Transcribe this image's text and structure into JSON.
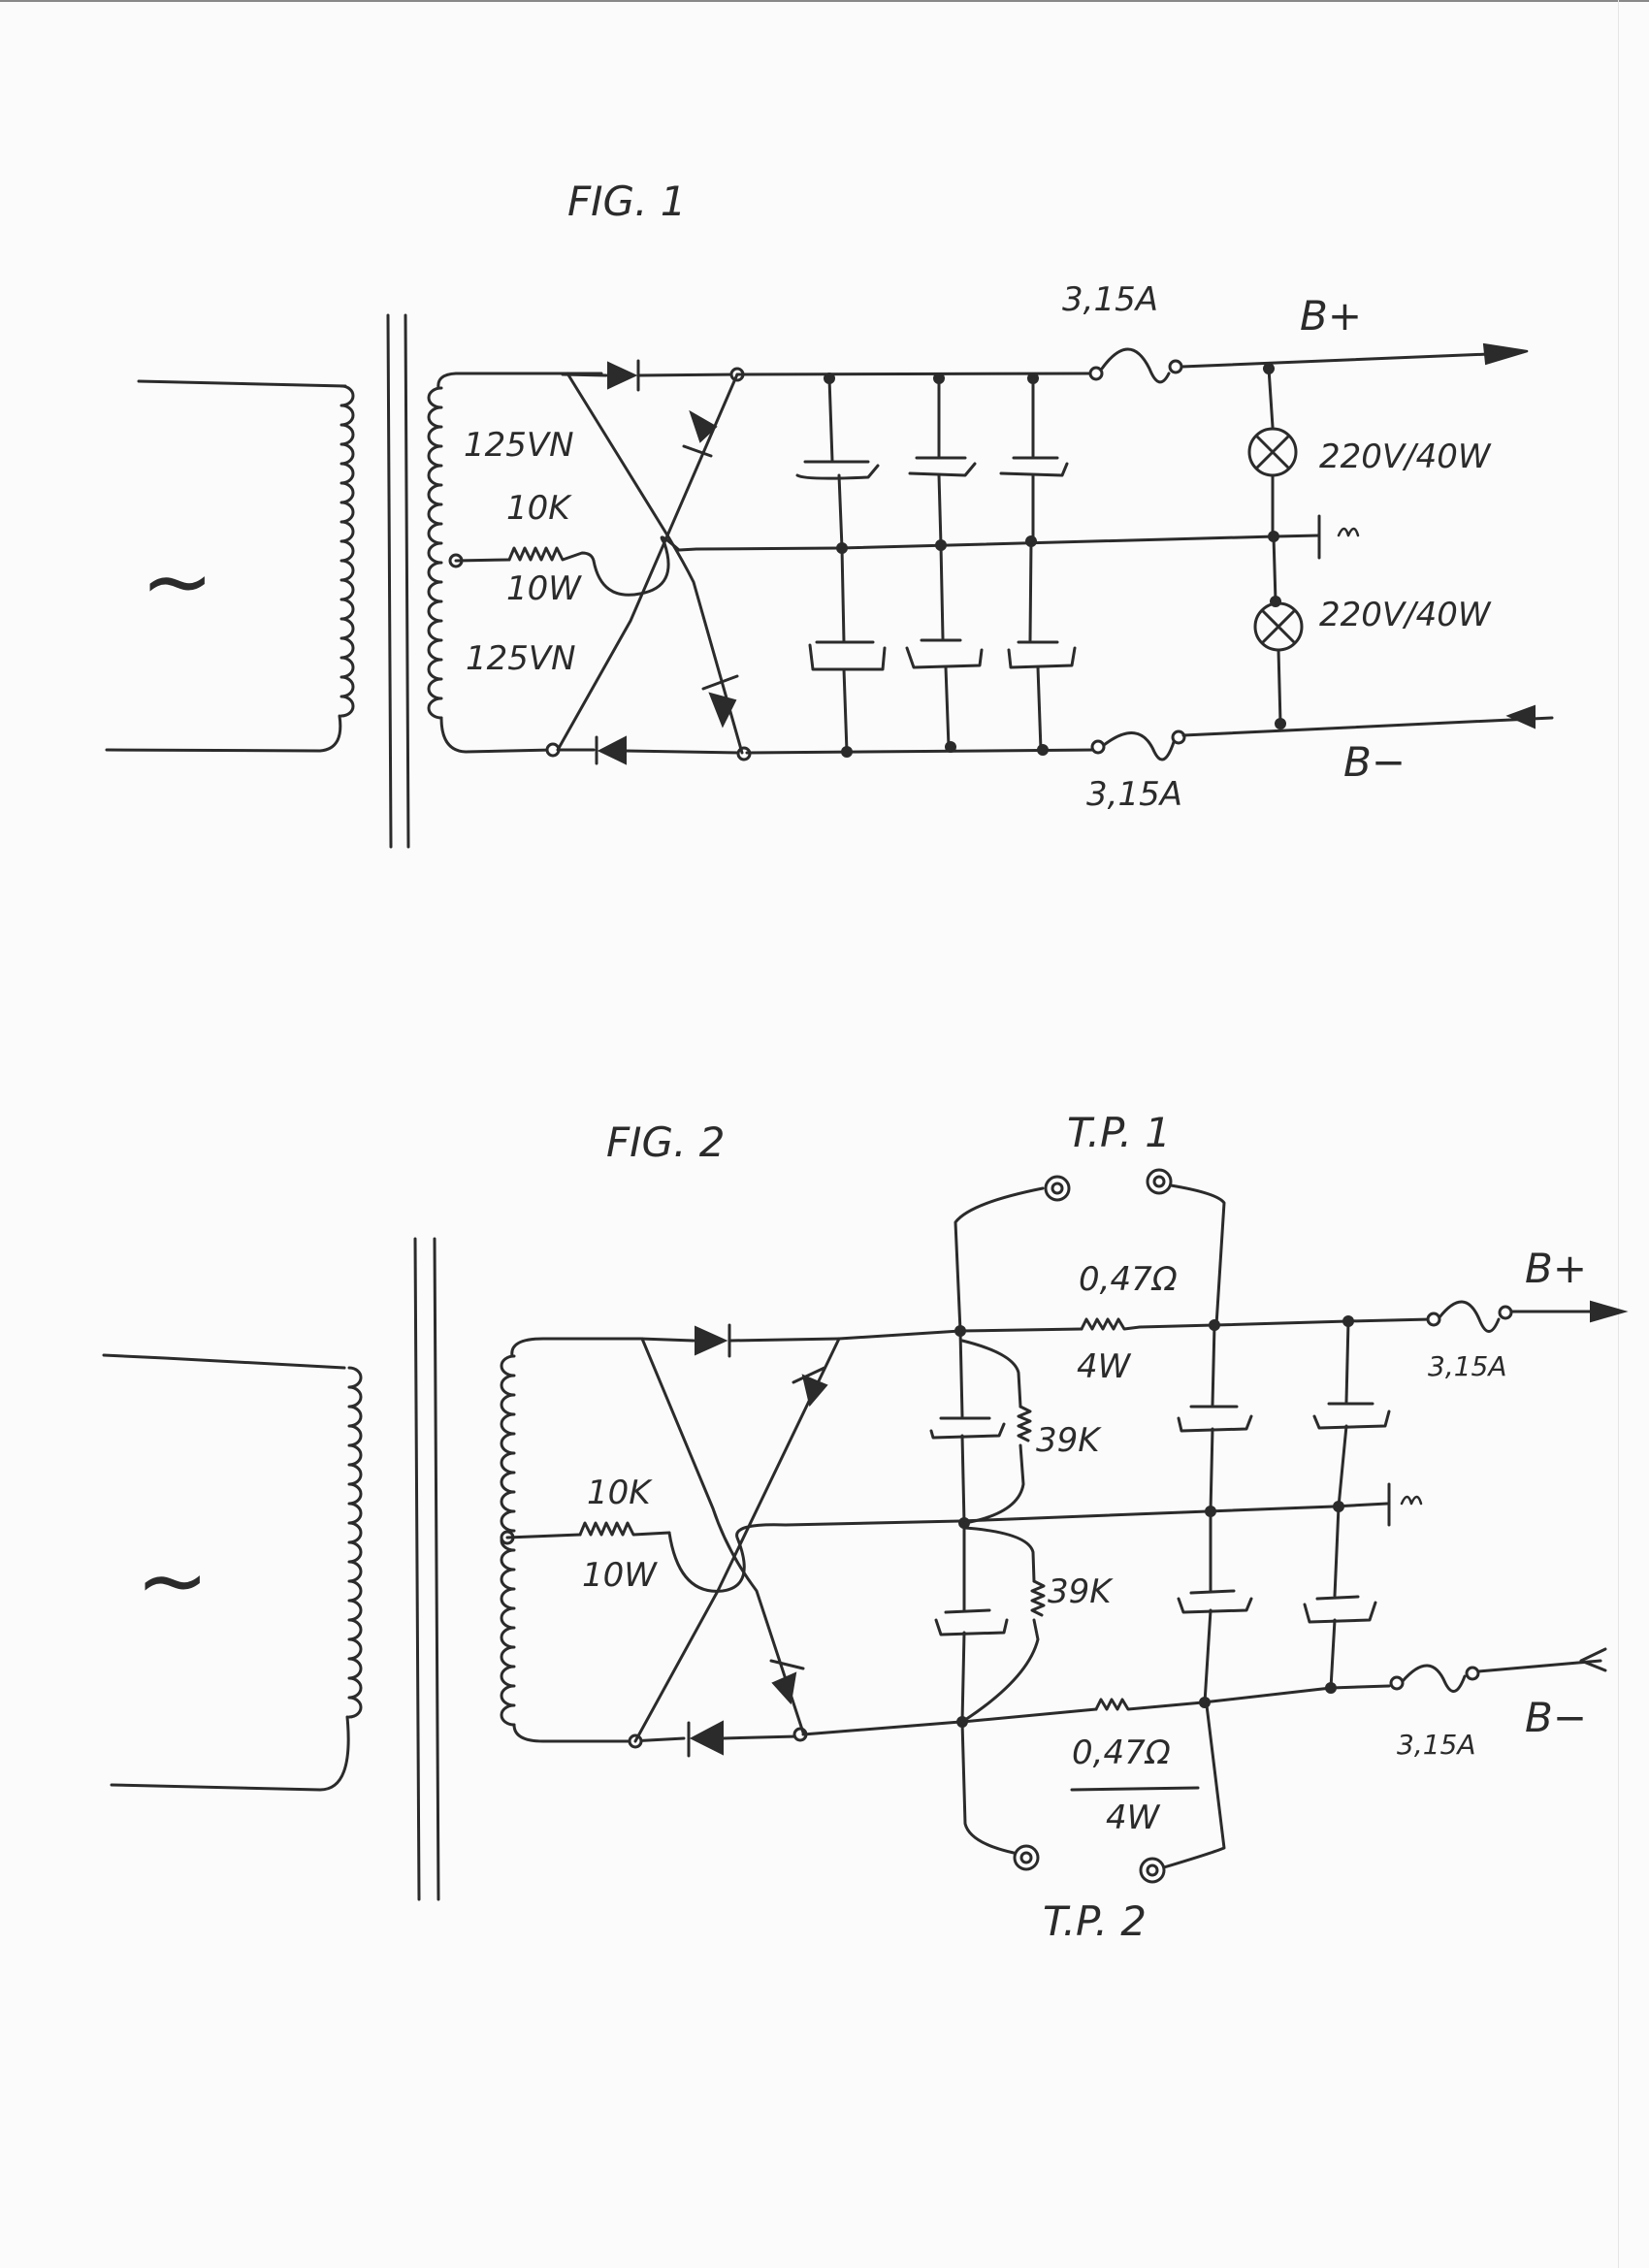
{
  "fig1": {
    "title": "FIG. 1",
    "winding_top": "125VN",
    "winding_bottom": "125VN",
    "resistor_value": "10K",
    "resistor_power": "10W",
    "fuse_top": "3,15A",
    "fuse_bottom": "3,15A",
    "lamp_top": "220V/40W",
    "lamp_bottom": "220V/40W",
    "output_pos": "B+",
    "output_neg": "B−",
    "ac_symbol": "~"
  },
  "fig2": {
    "title": "FIG. 2",
    "testpoint_top": "T.P. 1",
    "testpoint_bottom": "T.P. 2",
    "shunt_top_value": "0,47Ω",
    "shunt_top_power": "4W",
    "shunt_bottom_value": "0,47Ω",
    "shunt_bottom_power": "4W",
    "bleeder_top": "39K",
    "bleeder_bottom": "39K",
    "resistor_value": "10K",
    "resistor_power": "10W",
    "fuse_top": "3,15A",
    "fuse_bottom": "3,15A",
    "output_pos": "B+",
    "output_neg": "B−",
    "ac_symbol": "~"
  }
}
